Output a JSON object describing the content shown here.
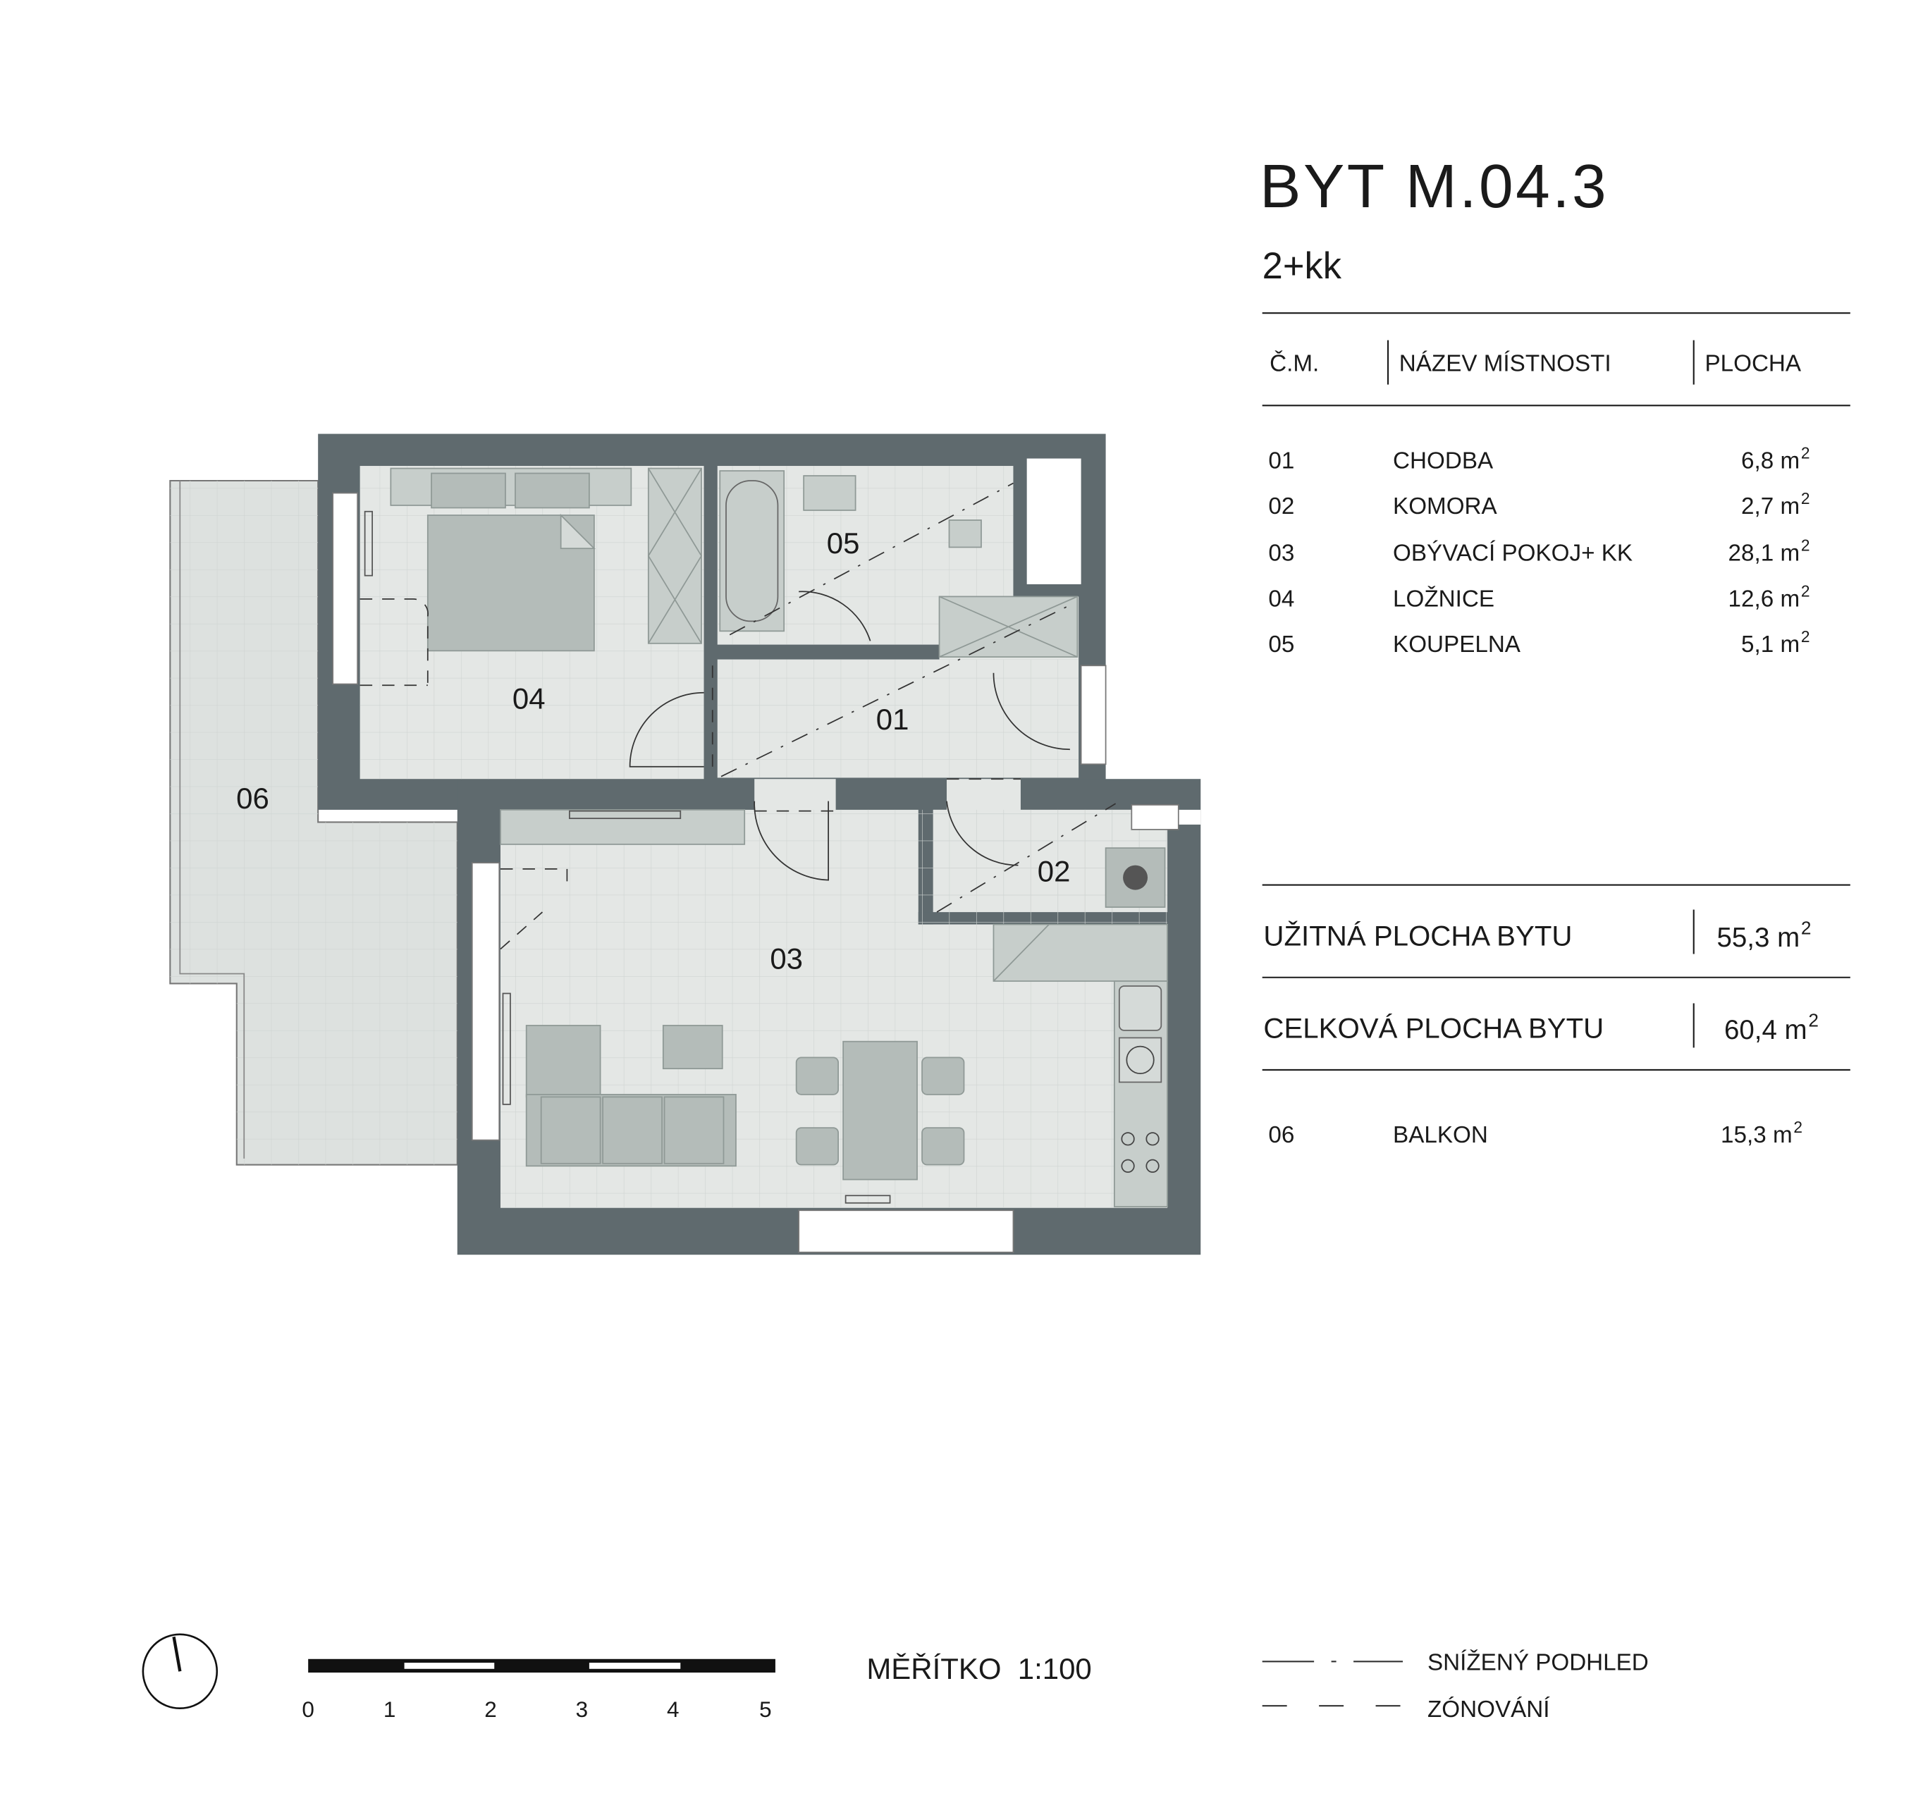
{
  "header": {
    "title": "BYT M.04.3",
    "subtitle": "2+kk"
  },
  "table": {
    "headers": [
      "Č.M.",
      "NÁZEV MÍSTNOSTI",
      "PLOCHA"
    ],
    "rows": [
      {
        "id": "01",
        "name": "CHODBA",
        "area": "6,8 m",
        "sup": "2"
      },
      {
        "id": "02",
        "name": "KOMORA",
        "area": "2,7 m",
        "sup": "2"
      },
      {
        "id": "03",
        "name": "OBÝVACÍ POKOJ+ KK",
        "area": "28,1 m",
        "sup": "2"
      },
      {
        "id": "04",
        "name": "LOŽNICE",
        "area": "12,6 m",
        "sup": "2"
      },
      {
        "id": "05",
        "name": "KOUPELNA",
        "area": "5,1 m",
        "sup": "2"
      }
    ]
  },
  "totals": {
    "usable_label": "UŽITNÁ PLOCHA BYTU",
    "usable_value": "55,3 m",
    "usable_sup": "2",
    "total_label": "CELKOVÁ PLOCHA BYTU",
    "total_value": "60,4 m",
    "total_sup": "2"
  },
  "balcony": {
    "id": "06",
    "name": "BALKON",
    "area": "15,3 m",
    "sup": "2"
  },
  "plan_labels": {
    "r01": "01",
    "r02": "02",
    "r03": "03",
    "r04": "04",
    "r05": "05",
    "r06": "06"
  },
  "scale": {
    "label": "MĚŘÍTKO  1:100",
    "ticks": [
      "0",
      "1",
      "2",
      "3",
      "4",
      "5"
    ]
  },
  "legend": {
    "lowered_ceiling": "SNÍŽENÝ PODHLED",
    "zoning": "ZÓNOVÁNÍ"
  },
  "colors": {
    "wall": "#5f6a6e",
    "floor": "#e4e7e5",
    "furniture": "#b4bcb9"
  }
}
